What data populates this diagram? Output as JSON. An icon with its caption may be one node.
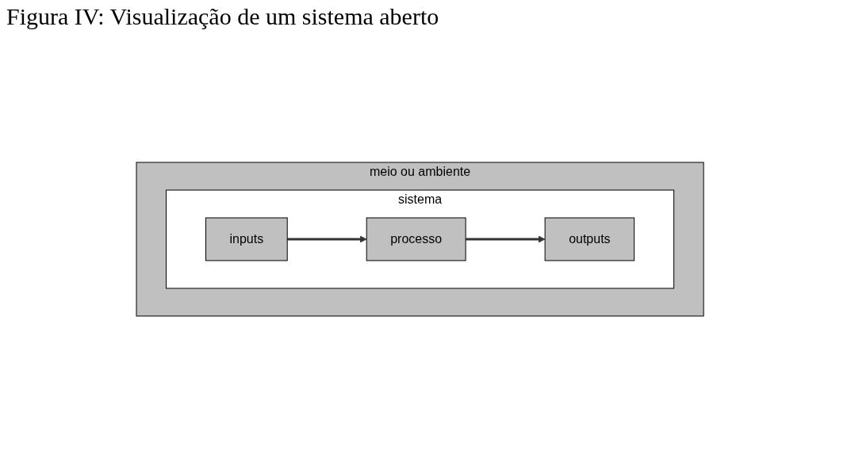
{
  "diagram": {
    "title": "Figura IV: Visualização de um sistema aberto",
    "nodes": [
      {
        "text": [
          "meio ou ambiente"
        ]
      },
      {
        "text": [
          "sistema"
        ],
        "in": 0
      },
      {
        "text": [
          "inputs"
        ],
        "in": 1
      },
      {
        "text": [
          "processo"
        ],
        "in": 1
      },
      {
        "text": [
          "outputs"
        ],
        "in": 1
      }
    ],
    "edges": [
      {
        "from": 2,
        "to": 3,
        "arrow": "to"
      },
      {
        "from": 3,
        "to": 4,
        "arrow": "to"
      }
    ]
  }
}
